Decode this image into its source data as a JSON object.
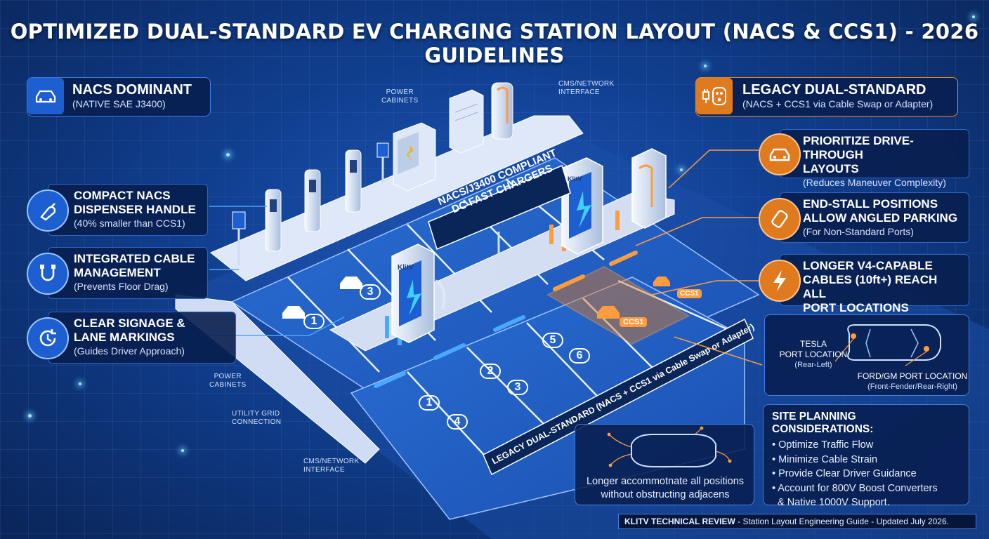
{
  "title": "OPTIMIZED DUAL-STANDARD EV CHARGING STATION LAYOUT (NACS & CCS1) - 2026 GUIDELINES",
  "nacs_panel": {
    "title": "NACS DOMINANT",
    "subtitle": "(NATIVE SAE J3400)",
    "icon": "car-icon"
  },
  "legacy_panel": {
    "title": "LEGACY DUAL-STANDARD",
    "subtitle": "(NACS + CCS1 via Cable Swap or Adapter)",
    "icon": "plug-connector-icon"
  },
  "left_features": [
    {
      "title1": "COMPACT NACS",
      "title2": "DISPENSER HANDLE",
      "subtitle": "(40% smaller than CCS1)",
      "icon": "nacs-handle-icon"
    },
    {
      "title1": "INTEGRATED CABLE",
      "title2": "MANAGEMENT",
      "subtitle": "(Prevents Floor Drag)",
      "icon": "cable-plug-icon"
    },
    {
      "title1": "CLEAR SIGNAGE &",
      "title2": "LANE MARKINGS",
      "subtitle": "(Guides Driver Approach)",
      "icon": "gauge-arrow-icon"
    }
  ],
  "right_features": [
    {
      "line1": "PRIORITIZE DRIVE-THROUGH",
      "line2": "LAYOUTS",
      "line3": "",
      "subtitle": "(Reduces Maneuver Complexity)",
      "icon": "car-front-icon"
    },
    {
      "line1": "END-STALL POSITIONS",
      "line2": "ALLOW ANGLED PARKING",
      "line3": "",
      "subtitle": "(For Non-Standard Ports)",
      "icon": "angled-car-icon"
    },
    {
      "line1": "LONGER V4-CAPABLE",
      "line2": "CABLES (10ft+) REACH ALL",
      "line3": "PORT LOCATIONS",
      "subtitle": "",
      "icon": "lightning-icon"
    }
  ],
  "scene_labels": {
    "power_cabinets_top": "POWER\nCABINETS",
    "cms_top": "CMS/NETWORK\nINTERFACE",
    "power_cabinets_bottom": "POWER\nCABINETS",
    "utility_grid": "UTILITY GRID\nCONNECTION",
    "cms_bottom": "CMS/NETWORK\nINTERFACE",
    "nacs_banner_1": "NACS/J3400 COMPLIANT",
    "nacs_banner_2": "DC FAST CHARGERS",
    "legacy_banner": "LEGACY DUAL-STANDARD (NACS + CCS1 via Cable Swap or Adapter)",
    "brand": "KlitV",
    "ccs1_tag": "CCS1"
  },
  "stall_numbers": [
    "1",
    "2",
    "3",
    "4",
    "5",
    "6"
  ],
  "port_panel": {
    "tesla_title1": "TESLA",
    "tesla_title2": "PORT LOCATION",
    "tesla_sub": "(Rear-Left)",
    "ford_title": "FORD/GM PORT LOCATION",
    "ford_sub": "(Front-Fender/Rear-Right)"
  },
  "cable_panel": {
    "line1": "Longer accommotnate all positions",
    "line2": "without obstructing adjacens"
  },
  "site_planning": {
    "title": "SITE PLANNING CONSIDERATIONS:",
    "items": [
      "• Optimize Traffic Flow",
      "• Minimize Cable Strain",
      "• Provide Clear Driver Guidance",
      "• Account for 800V Boost Converters",
      "  & Native 1000V Support."
    ]
  },
  "footer": {
    "brand": "KLITV TECHNICAL REVIEW",
    "text": " - Station Layout Engineering Guide - Updated July 2026."
  },
  "colors": {
    "accent_blue": "#1d5fd0",
    "accent_orange": "#e07a1f",
    "panel_bg": "#081e4e",
    "lightning": "#3fa0ff"
  }
}
